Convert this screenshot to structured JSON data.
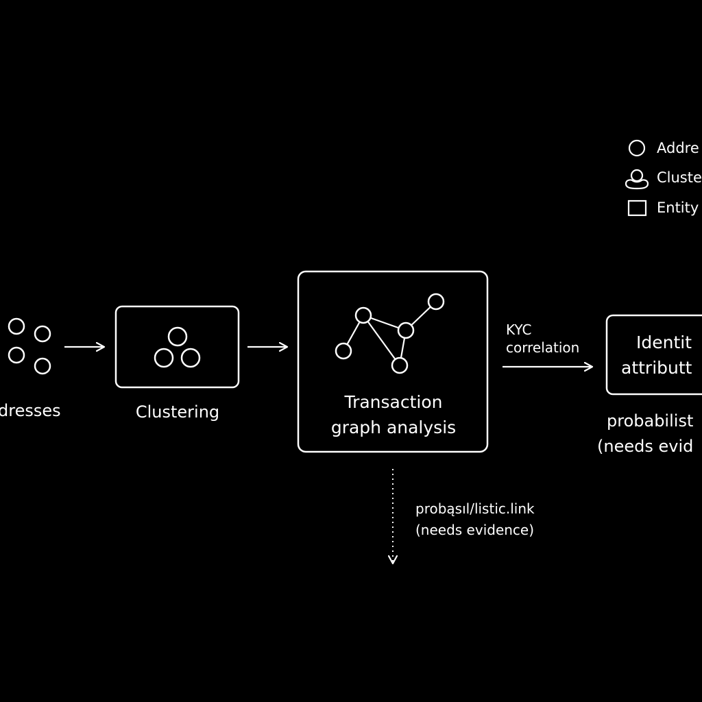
{
  "colors": {
    "background": "#000000",
    "foreground": "#ffffff"
  },
  "legend": {
    "items": [
      {
        "icon": "circle-icon",
        "label": "Addre"
      },
      {
        "icon": "cluster-icon",
        "label": "Cluste"
      },
      {
        "icon": "square-icon",
        "label": "Entity"
      }
    ]
  },
  "stages": {
    "addresses": {
      "label": "dresses"
    },
    "clustering": {
      "label": "Clustering"
    },
    "transaction_graph": {
      "label_line1": "Transaction",
      "label_line2": "graph analysis"
    },
    "identity": {
      "label_line1": "Identit",
      "label_line2": "attributt"
    }
  },
  "edges": {
    "kyc": {
      "line1": "KYC",
      "line2": "correlation"
    }
  },
  "notes": {
    "graph_note": {
      "line1": "probąsıl/listic.link",
      "line2": "(needs evidence)"
    },
    "identity_note": {
      "line1": "probabilist",
      "line2": "(needs evid"
    }
  }
}
